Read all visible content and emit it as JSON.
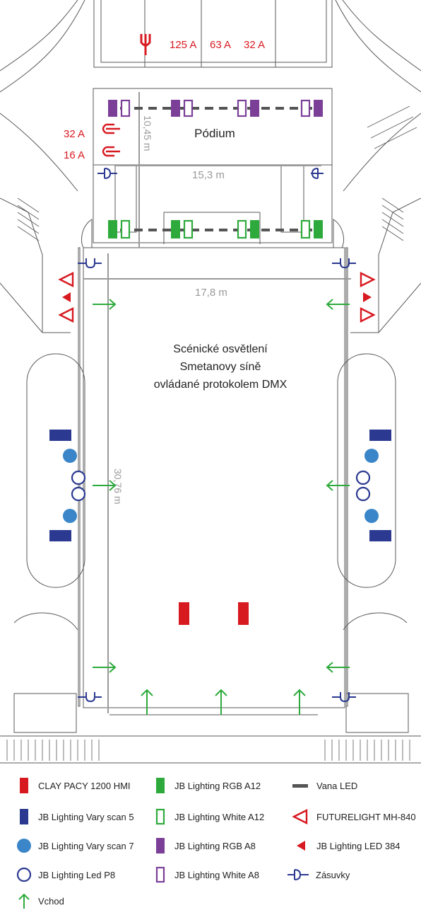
{
  "colors": {
    "red": "#d71920",
    "navy": "#2b3990",
    "blue": "#3a86c8",
    "green": "#2eaa3c",
    "purple": "#7b3f98",
    "gray": "#666666",
    "dim": "#9a9a9a",
    "line": "#4a4a4a",
    "arrow": "#2eaa3c"
  },
  "plan": {
    "power_labels": [
      "125 A",
      "63 A",
      "32 A",
      "32 A",
      "16 A"
    ],
    "stage_label": "Pódium",
    "dims": {
      "stage_depth": "10,45 m",
      "stage_width": "15,3 m",
      "hall_width": "17,8 m",
      "hall_length": "30,76 m"
    },
    "title_lines": [
      "Scénické osvětlení",
      "Smetanovy síně",
      "ovládané protokolem DMX"
    ]
  },
  "legend": [
    {
      "label": "CLAY PACY 1200 HMI",
      "icon": "red-rectangle-icon"
    },
    {
      "label": "JB Lighting  RGB A12",
      "icon": "green-filled-rect-icon"
    },
    {
      "label": "Vana LED",
      "icon": "gray-dash-icon"
    },
    {
      "label": "JB Lighting Vary scan 5",
      "icon": "navy-rectangle-icon"
    },
    {
      "label": "JB Lighting White A12",
      "icon": "green-outline-rect-icon"
    },
    {
      "label": "FUTURELIGHT MH-840",
      "icon": "red-outline-triangle-icon"
    },
    {
      "label": "JB Lighting Vary scan 7",
      "icon": "blue-circle-icon"
    },
    {
      "label": "JB Lighting RGB A8",
      "icon": "purple-filled-rect-icon"
    },
    {
      "label": "JB Lighting LED 384",
      "icon": "red-filled-triangle-icon"
    },
    {
      "label": "JB Lighting Led P8",
      "icon": "navy-outline-circle-icon"
    },
    {
      "label": "JB Lighting White A8",
      "icon": "purple-outline-rect-icon"
    },
    {
      "label": "Zásuvky",
      "icon": "socket-icon"
    },
    {
      "label": "Vchod",
      "icon": "green-arrow-icon"
    }
  ]
}
